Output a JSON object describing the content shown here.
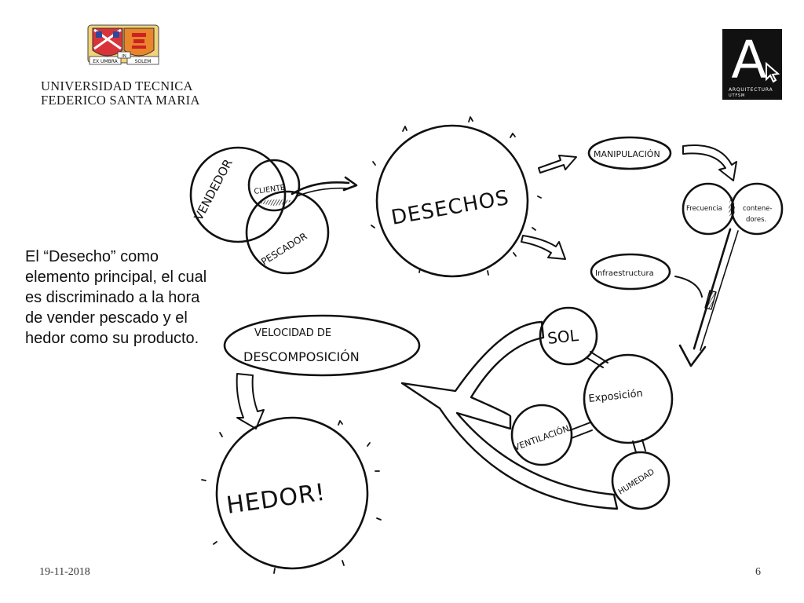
{
  "header": {
    "university_line1": "UNIVERSIDAD TECNICA",
    "university_line2": "FEDERICO SANTA MARIA",
    "motto_left": "EX UMBRA",
    "motto_mid": "IN",
    "motto_right": "SOLEM",
    "arq_letter": "A",
    "arq_line1": "ARQUITECTURA",
    "arq_line2": "UTFSM"
  },
  "description": "El “Desecho” como elemento principal, el cual es discriminado a la hora de vender pescado y el hedor como su producto.",
  "diagram": {
    "vendedor": "VENDEDOR",
    "cliente": "CLIENTE",
    "pescador": "PESCADOR",
    "desechos": "DESECHOS",
    "manipulacion": "MANIPULACIÓN",
    "frecuencia": "Frecuencia",
    "contenedores_1": "contene-",
    "contenedores_2": "dores.",
    "infraestructura": "Infraestructura",
    "sol": "SOL",
    "exposicion": "Exposición",
    "ventilacion": "VENTILACIÓN",
    "humedad": "HUMEDAD",
    "velocidad_1": "VELOCIDAD   DE",
    "velocidad_2": "DESCOMPOSICIÓN",
    "hedor": "HEDOR!"
  },
  "footer": {
    "date": "19-11-2018",
    "page": "6"
  }
}
